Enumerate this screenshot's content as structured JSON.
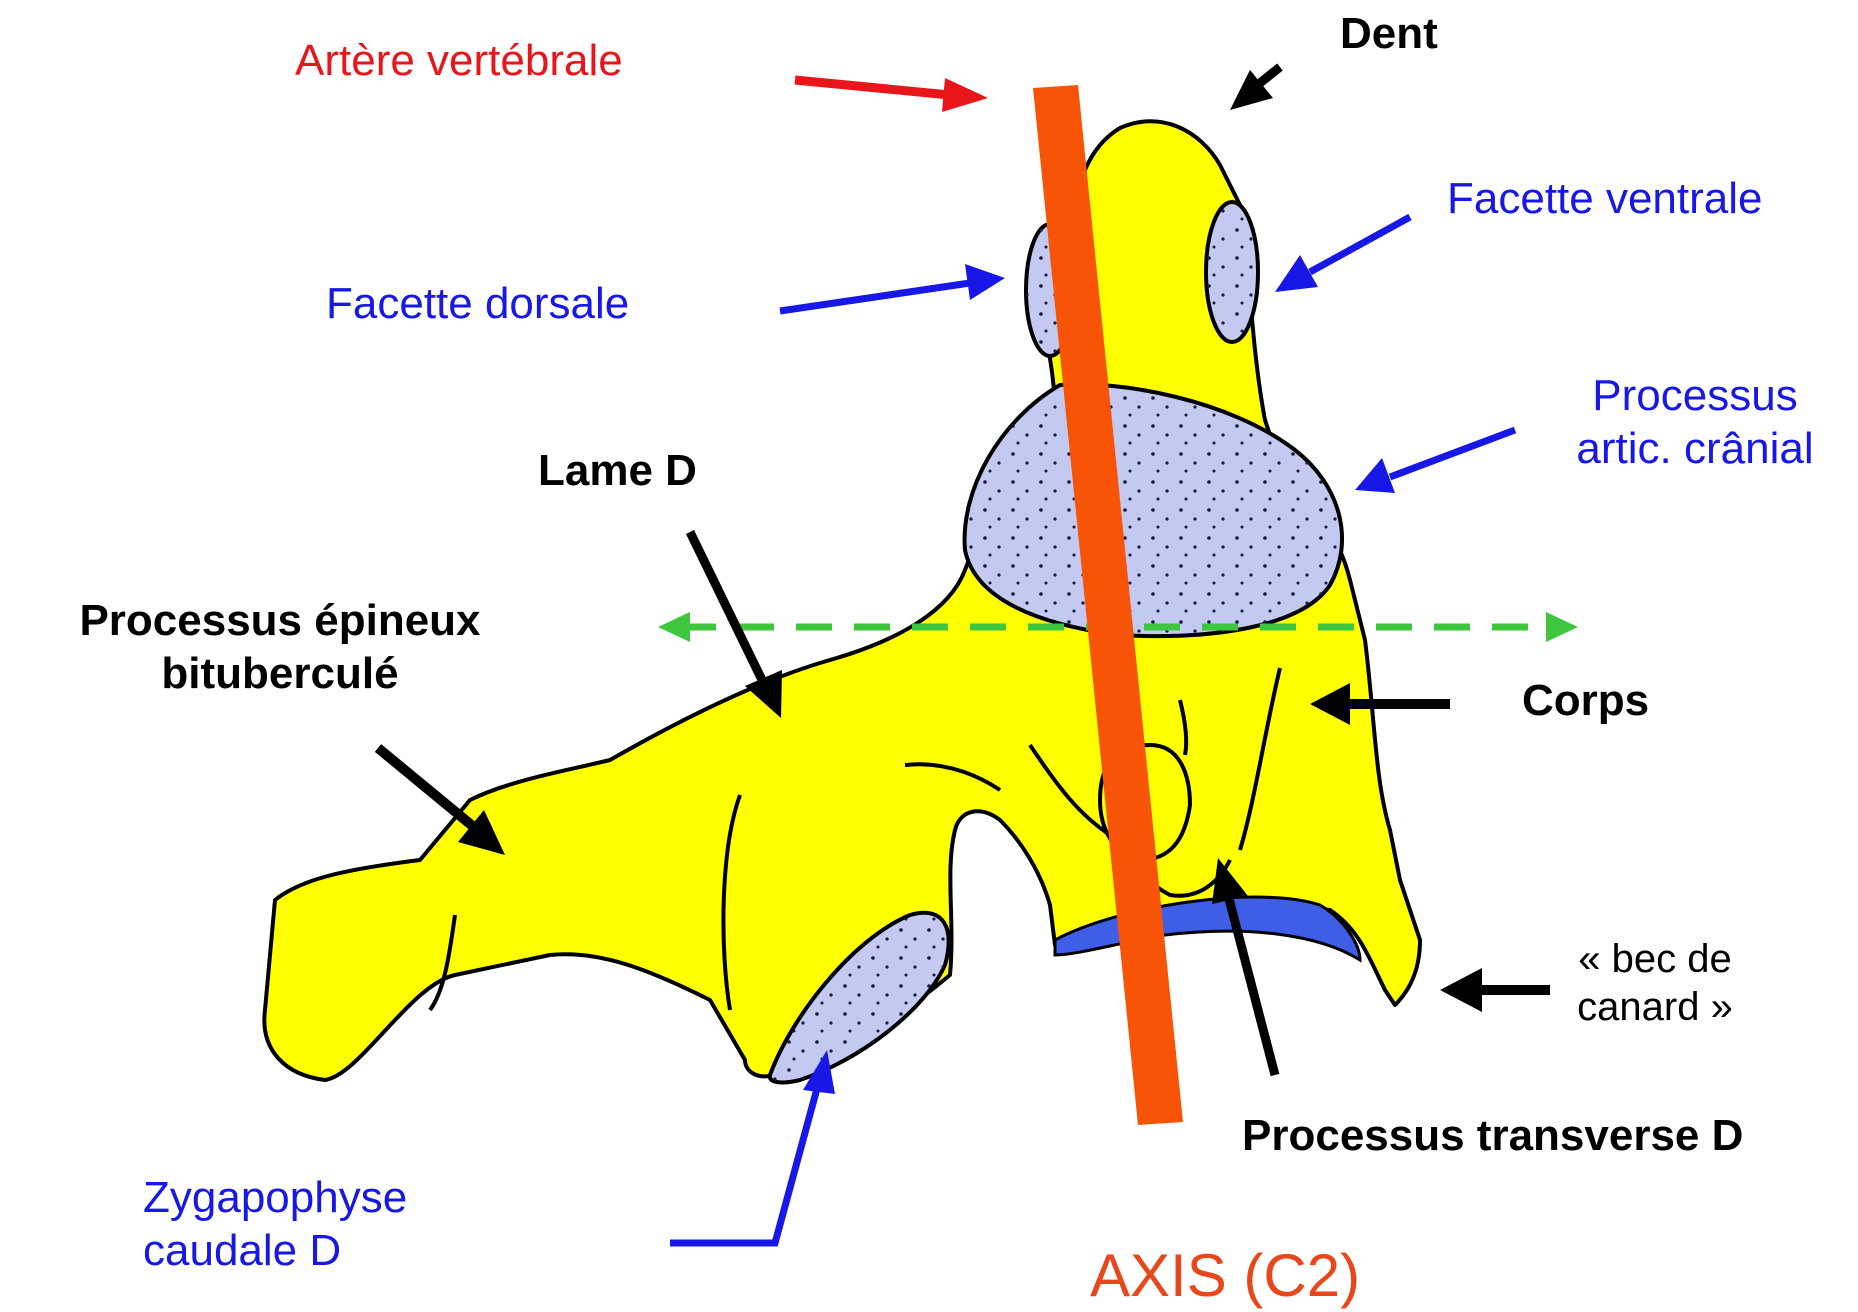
{
  "labels": {
    "artere_vertebrale": "Artère vertébrale",
    "dent": "Dent",
    "facette_ventrale": "Facette ventrale",
    "facette_dorsale": "Facette dorsale",
    "processus_artic_cranial_1": "Processus",
    "processus_artic_cranial_2": "artic. crânial",
    "lame_d": "Lame D",
    "processus_epineux_1": "Processus épineux",
    "processus_epineux_2": "bituberculé",
    "corps": "Corps",
    "bec_de_canard_1": "« bec de",
    "bec_de_canard_2": "canard »",
    "processus_transverse_d": "Processus transverse D",
    "zygapophyse_1": "Zygapophyse",
    "zygapophyse_2": "caudale D",
    "title": "AXIS (C2)"
  },
  "colors": {
    "bone": "#ffff00",
    "facet": "#c3c9f0",
    "artery_bar": "#f85408",
    "label_red": "#e8161b",
    "label_blue": "#1717e6",
    "axis_line": "#3ec63e",
    "ventral_surface": "#3f5ee8"
  }
}
